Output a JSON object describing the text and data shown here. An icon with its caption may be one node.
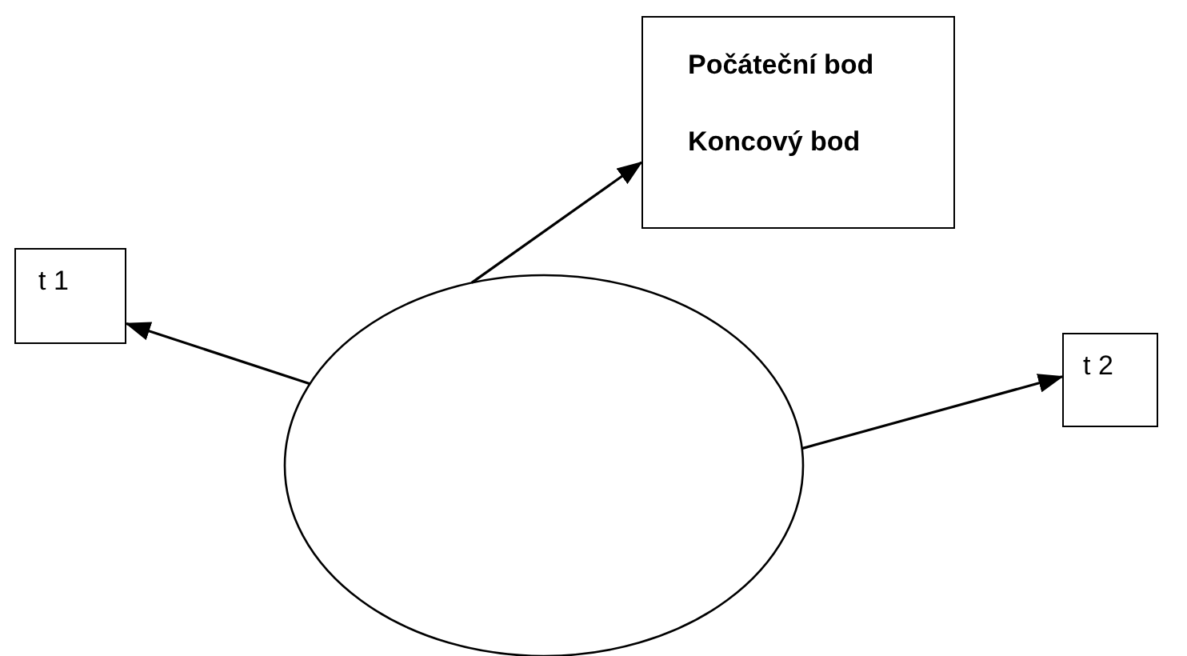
{
  "diagram": {
    "nodes": [
      {
        "text": [
          "Počáteční bod",
          "Koncový bod"
        ]
      },
      {
        "text": [
          "t 1"
        ]
      },
      {
        "text": [],
        "shape": "ellipse"
      },
      {
        "text": [
          "t 2"
        ]
      }
    ],
    "edges": [
      {
        "from": 2,
        "to": 0,
        "arrow": "to"
      },
      {
        "from": 2,
        "to": 1,
        "arrow": "to"
      },
      {
        "from": 2,
        "to": 3,
        "arrow": "to"
      }
    ]
  }
}
